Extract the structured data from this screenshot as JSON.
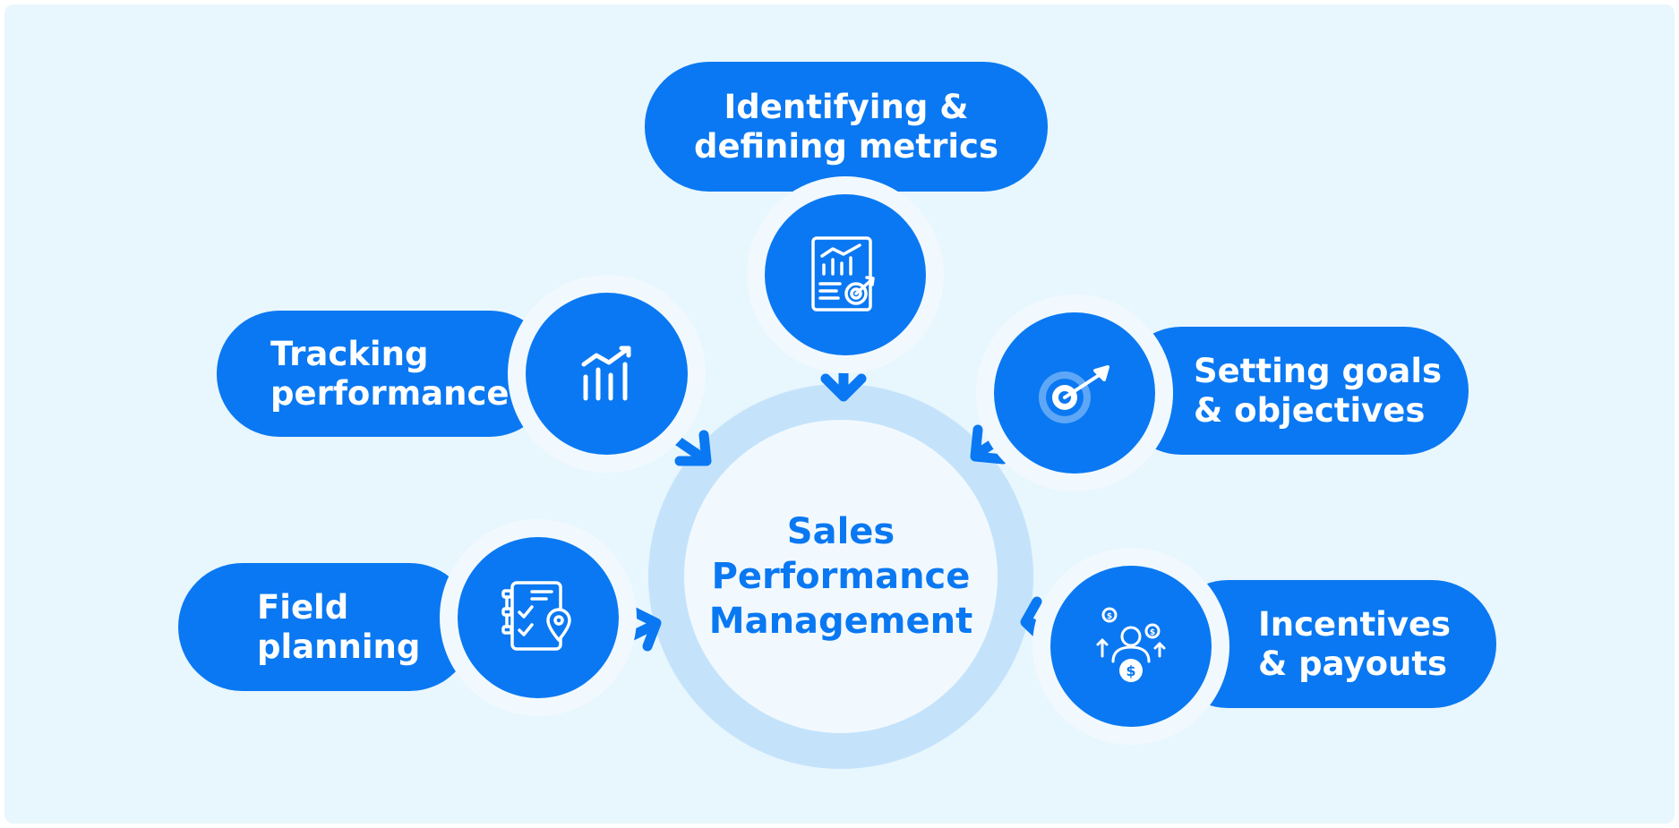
{
  "center": {
    "title": "Sales\nPerformance\nManagement"
  },
  "nodes": {
    "metrics": {
      "label": "Identifying &\ndefining metrics",
      "icon": "report-chart-target-icon"
    },
    "tracking": {
      "label": "Tracking\nperformance",
      "icon": "bar-chart-trend-icon"
    },
    "goals": {
      "label": "Setting goals\n& objectives",
      "icon": "target-arrow-icon"
    },
    "field": {
      "label": "Field\nplanning",
      "icon": "checklist-location-icon"
    },
    "incentives": {
      "label": "Incentives\n& payouts",
      "icon": "person-dollar-coins-icon"
    }
  },
  "colors": {
    "background": "#e8f6fd",
    "accent": "#0a78f2",
    "ring": "#f1f9fe",
    "center_halo": "#c4e3fb",
    "center_fill": "#f2f9fe"
  }
}
